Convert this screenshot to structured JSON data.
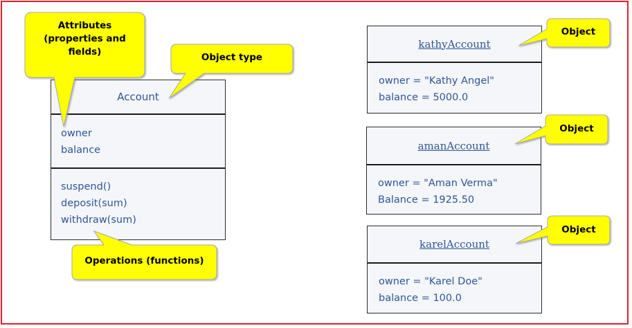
{
  "class": {
    "name": "Account",
    "attributes": [
      "owner",
      "balance"
    ],
    "operations": [
      "suspend()",
      "deposit(sum)",
      "withdraw(sum)"
    ]
  },
  "callouts": {
    "attributes": [
      "Attributes",
      "(properties and",
      "fields)"
    ],
    "object_type": "Object type",
    "operations": "Operations (functions)",
    "object_1": "Object",
    "object_2": "Object",
    "object_3": "Object"
  },
  "objects": [
    {
      "name": "kathyAccount",
      "lines": [
        "owner = \"Kathy Angel\"",
        "balance = 5000.0"
      ]
    },
    {
      "name": "amanAccount",
      "lines": [
        "owner = \"Aman Verma\"",
        "Balance = 1925.50"
      ]
    },
    {
      "name": "karelAccount",
      "lines": [
        "owner = \"Karel Doe\"",
        "balance = 100.0"
      ]
    }
  ],
  "colors": {
    "frame": "#e0202a",
    "callout_fill": "#ffff00",
    "callout_border": "#a0a0a0",
    "text_blue": "#2f5597",
    "box_fill": "#f4f6f9"
  }
}
